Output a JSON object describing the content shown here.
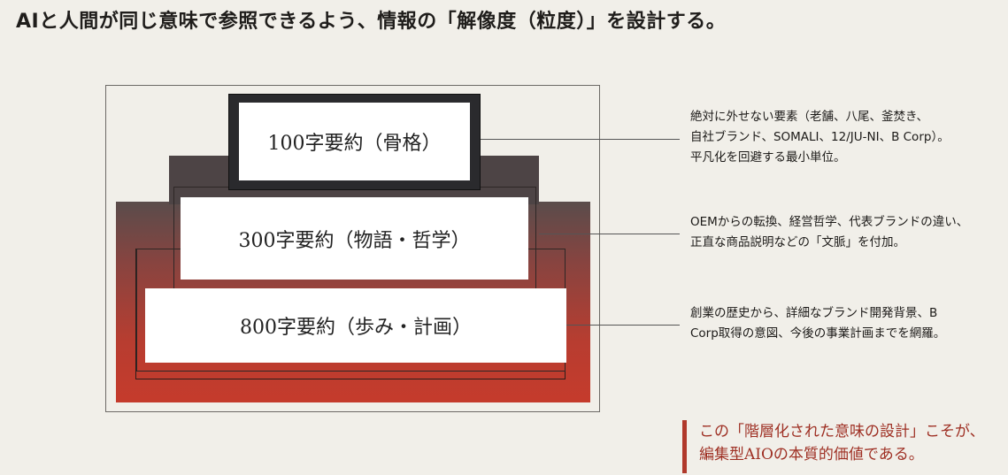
{
  "title": "AIと人間が同じ意味で参照できるよう、情報の「解像度（粒度）」を設計する。",
  "tiers": {
    "t100": {
      "label": "100字要約（骨格）"
    },
    "t300": {
      "label": "300字要約（物語・哲学）"
    },
    "t800": {
      "label": "800字要約（歩み・計画）"
    }
  },
  "descriptions": {
    "d100": [
      "絶対に外せない要素（老舗、八尾、釜焚き、",
      "自社ブランド、SOMALI、12/JU-NI、B Corp）。",
      "平凡化を回避する最小単位。"
    ],
    "d300": [
      "OEMからの転換、経営哲学、代表ブランドの違い、",
      "正直な商品説明などの「文脈」を付加。"
    ],
    "d800": [
      "創業の歴史から、詳細なブランド開発背景、B",
      "Corp取得の意図、今後の事業計画までを網羅。"
    ]
  },
  "callout": [
    "この「階層化された意味の設計」こそが、",
    "編集型AIOの本質的価値である。"
  ],
  "colors": {
    "background": "#f1efe9",
    "dark_tier": "#2a2a2d",
    "accent_red": "#c53b2c",
    "callout_text": "#9e2f23"
  }
}
